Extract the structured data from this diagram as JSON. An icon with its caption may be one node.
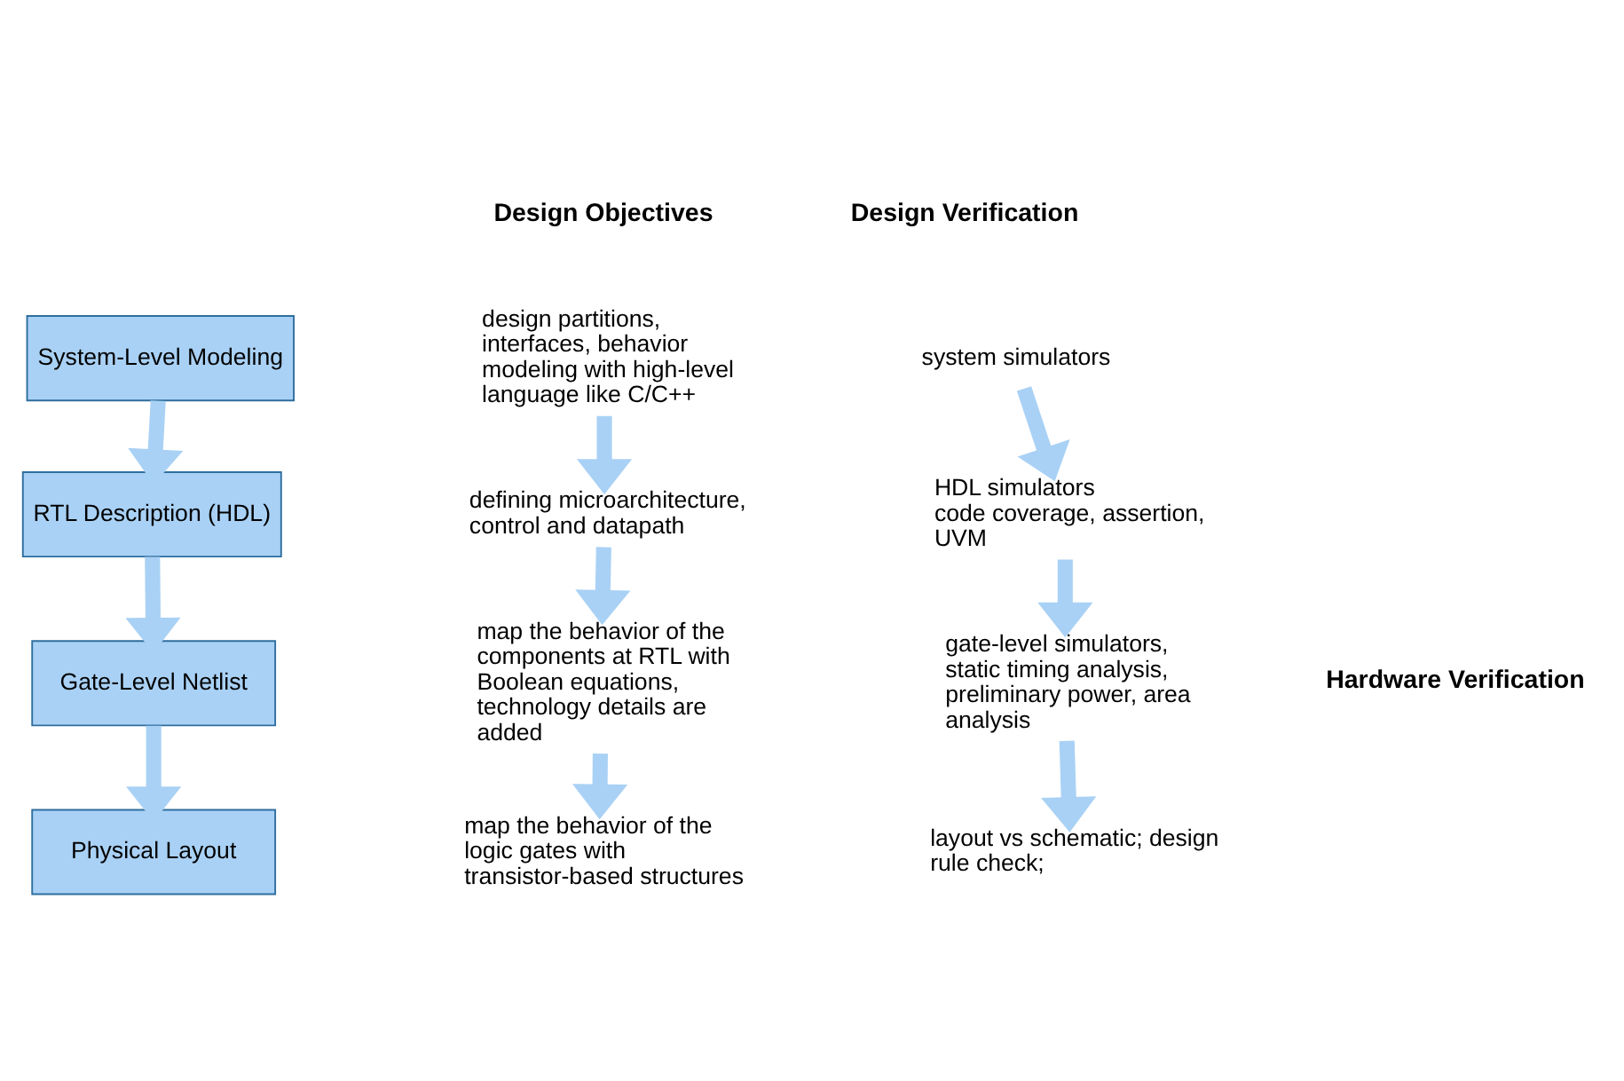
{
  "diagram": {
    "nodes": [
      {
        "text": [
          "System-Level Modeling"
        ]
      },
      {
        "text": [
          "RTL Description (HDL)"
        ]
      },
      {
        "text": [
          "Gate-Level Netlist"
        ]
      },
      {
        "text": [
          "Physical Layout"
        ]
      },
      {
        "text": [
          "design partitions, interfaces, behavior modeling with high-level language like C/C++"
        ]
      },
      {
        "text": [
          "defining microarchitecture, control and datapath"
        ]
      },
      {
        "text": [
          "map the behavior of the components at RTL with Boolean equations, technology details are added"
        ]
      },
      {
        "text": [
          "map the behavior of the logic gates with transistor-based structures"
        ]
      },
      {
        "text": [
          "system simulators"
        ]
      },
      {
        "text": [
          "HDL simulators",
          "code coverage, assertion, UVM"
        ]
      },
      {
        "text": [
          "gate-level simulators, static timing analysis, preliminary power, area analysis"
        ]
      },
      {
        "text": [
          "layout vs schematic; design rule check;"
        ]
      }
    ],
    "edges": [
      {
        "from": 0,
        "to": 1,
        "arrow": "to"
      },
      {
        "from": 1,
        "to": 2,
        "arrow": "to"
      },
      {
        "from": 2,
        "to": 3,
        "arrow": "to"
      },
      {
        "from": 4,
        "to": 5,
        "arrow": "to"
      },
      {
        "from": 5,
        "to": 6,
        "arrow": "to"
      },
      {
        "from": 6,
        "to": 7,
        "arrow": "to"
      },
      {
        "from": 8,
        "to": 9,
        "arrow": "to"
      },
      {
        "from": 9,
        "to": 10,
        "arrow": "to"
      },
      {
        "from": 10,
        "to": 11,
        "arrow": "to"
      }
    ],
    "labels": [
      "Design Objectives",
      "Design Verification",
      "Hardware Verification"
    ]
  }
}
